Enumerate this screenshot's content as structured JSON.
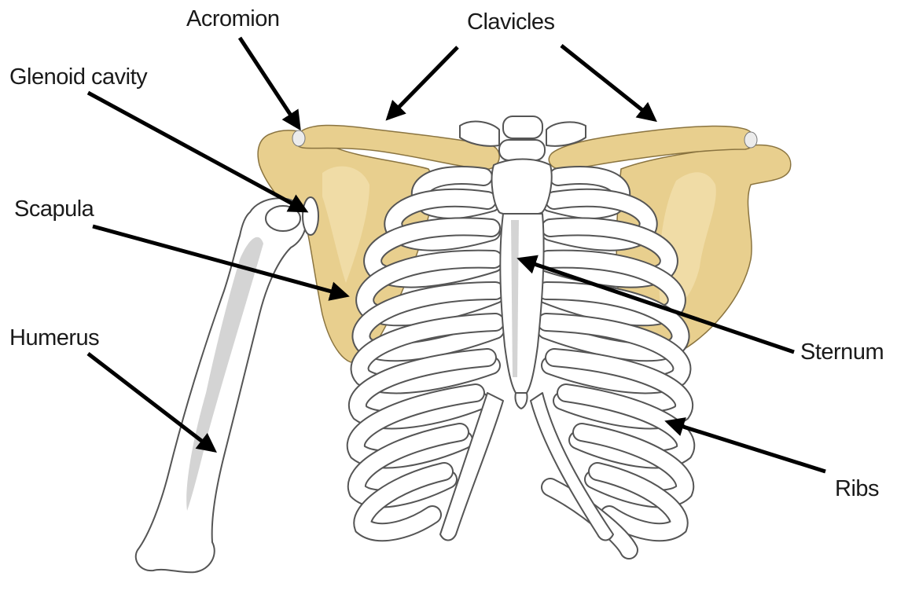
{
  "labels": {
    "acromion": "Acromion",
    "clavicles": "Clavicles",
    "glenoid_cavity": "Glenoid cavity",
    "scapula": "Scapula",
    "humerus": "Humerus",
    "sternum": "Sternum",
    "ribs": "Ribs"
  },
  "colors": {
    "bone": "#ffffff",
    "bone_outline": "#555555",
    "bone_shadow": "#d4d4d4",
    "shoulder_girdle": "#e8cf8e",
    "arrow": "#000000",
    "text": "#1a1a1a"
  }
}
